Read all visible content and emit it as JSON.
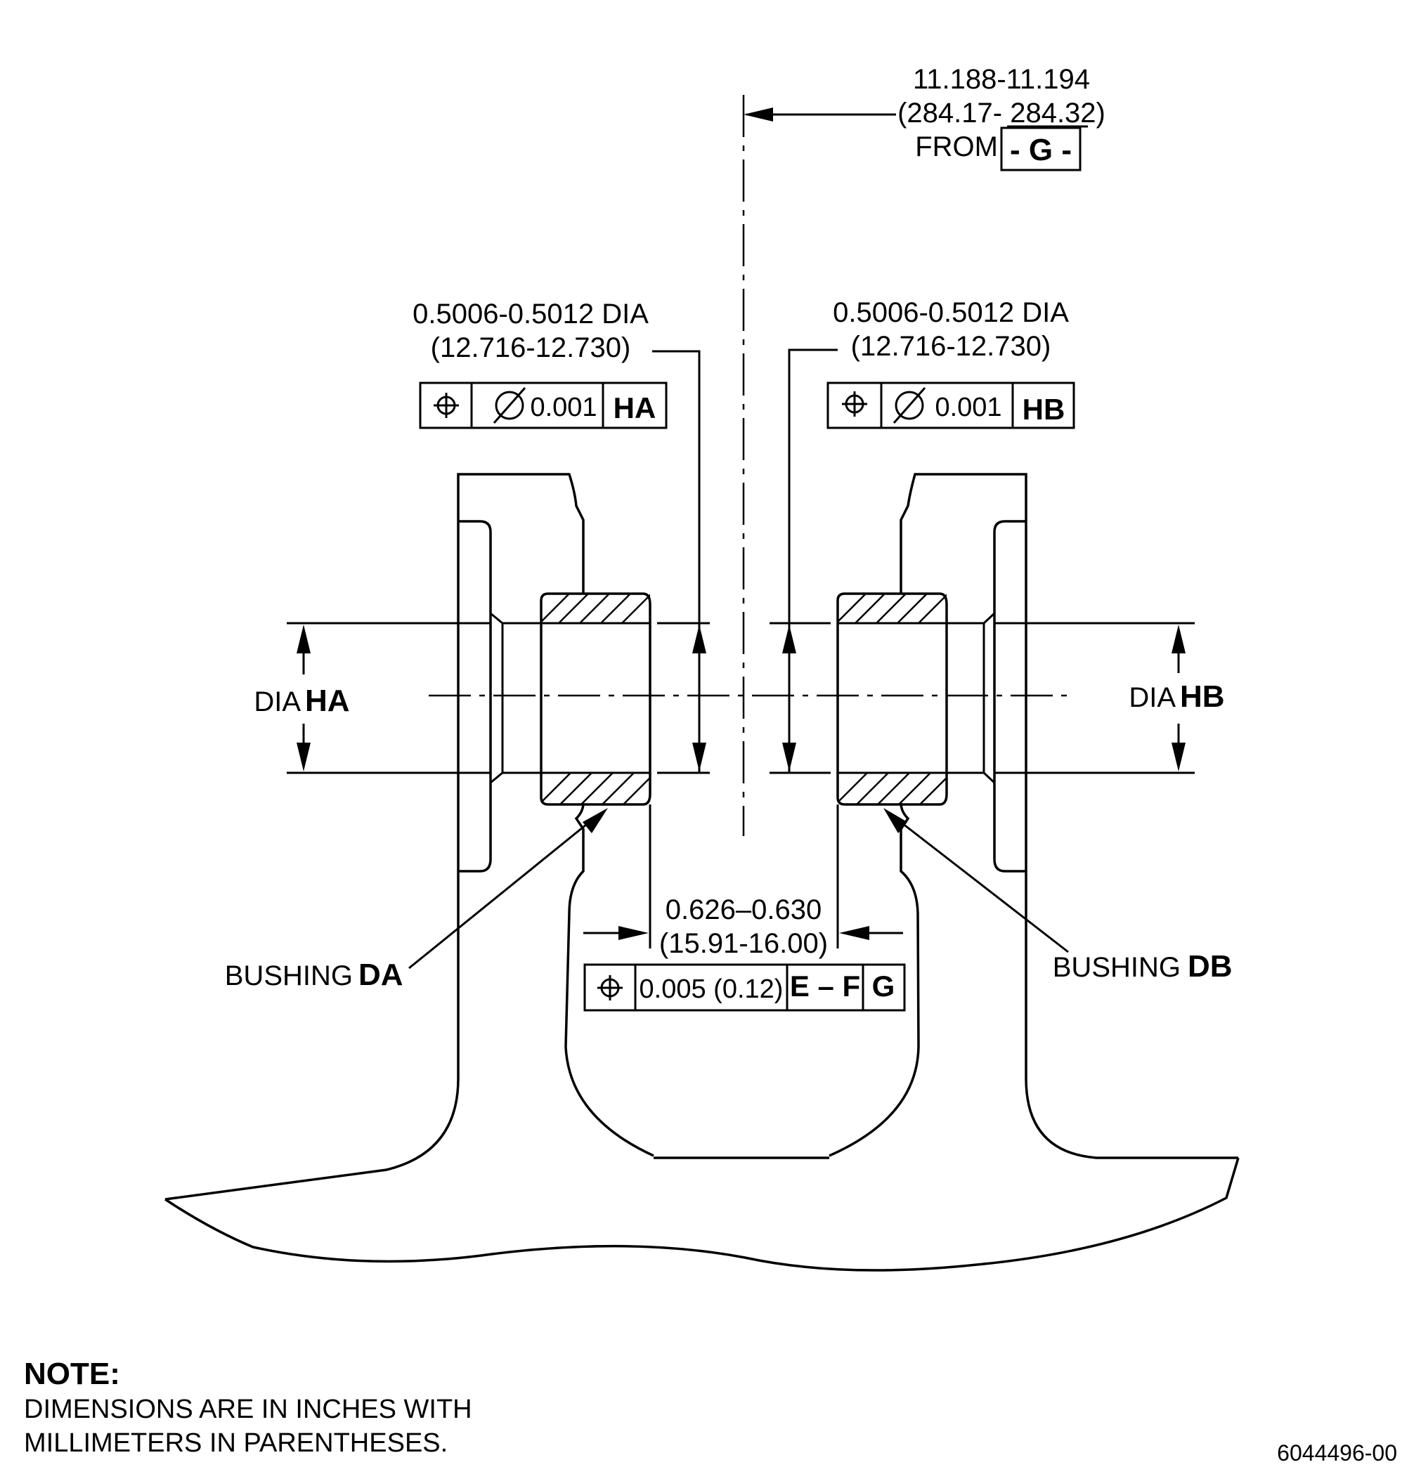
{
  "datum_dimension": {
    "inch": "11.188-11.194",
    "mm": "(284.17- 284.32)",
    "from_label": "FROM",
    "datum": "- G -"
  },
  "left_bore": {
    "inch": "0.5006-0.5012 DIA",
    "mm": "(12.716-12.730)",
    "tolerance": "0.001",
    "datum": "HA"
  },
  "right_bore": {
    "inch": "0.5006-0.5012 DIA",
    "mm": "(12.716-12.730)",
    "tolerance": "0.001",
    "datum": "HB"
  },
  "dia_left": {
    "prefix": "DIA",
    "datum": "HA"
  },
  "dia_right": {
    "prefix": "DIA",
    "datum": "HB"
  },
  "gap_dimension": {
    "inch": "0.626–0.630",
    "mm": "(15.91-16.00)",
    "tolerance": "0.005 (0.12)",
    "datum_1": "E – F",
    "datum_2": "G"
  },
  "bushing_left": {
    "prefix": "BUSHING",
    "id": "DA"
  },
  "bushing_right": {
    "prefix": "BUSHING",
    "id": "DB"
  },
  "note": {
    "title": "NOTE:",
    "line1": "DIMENSIONS ARE IN INCHES WITH",
    "line2": "MILLIMETERS IN PARENTHESES."
  },
  "figure_id": "6044496-00"
}
